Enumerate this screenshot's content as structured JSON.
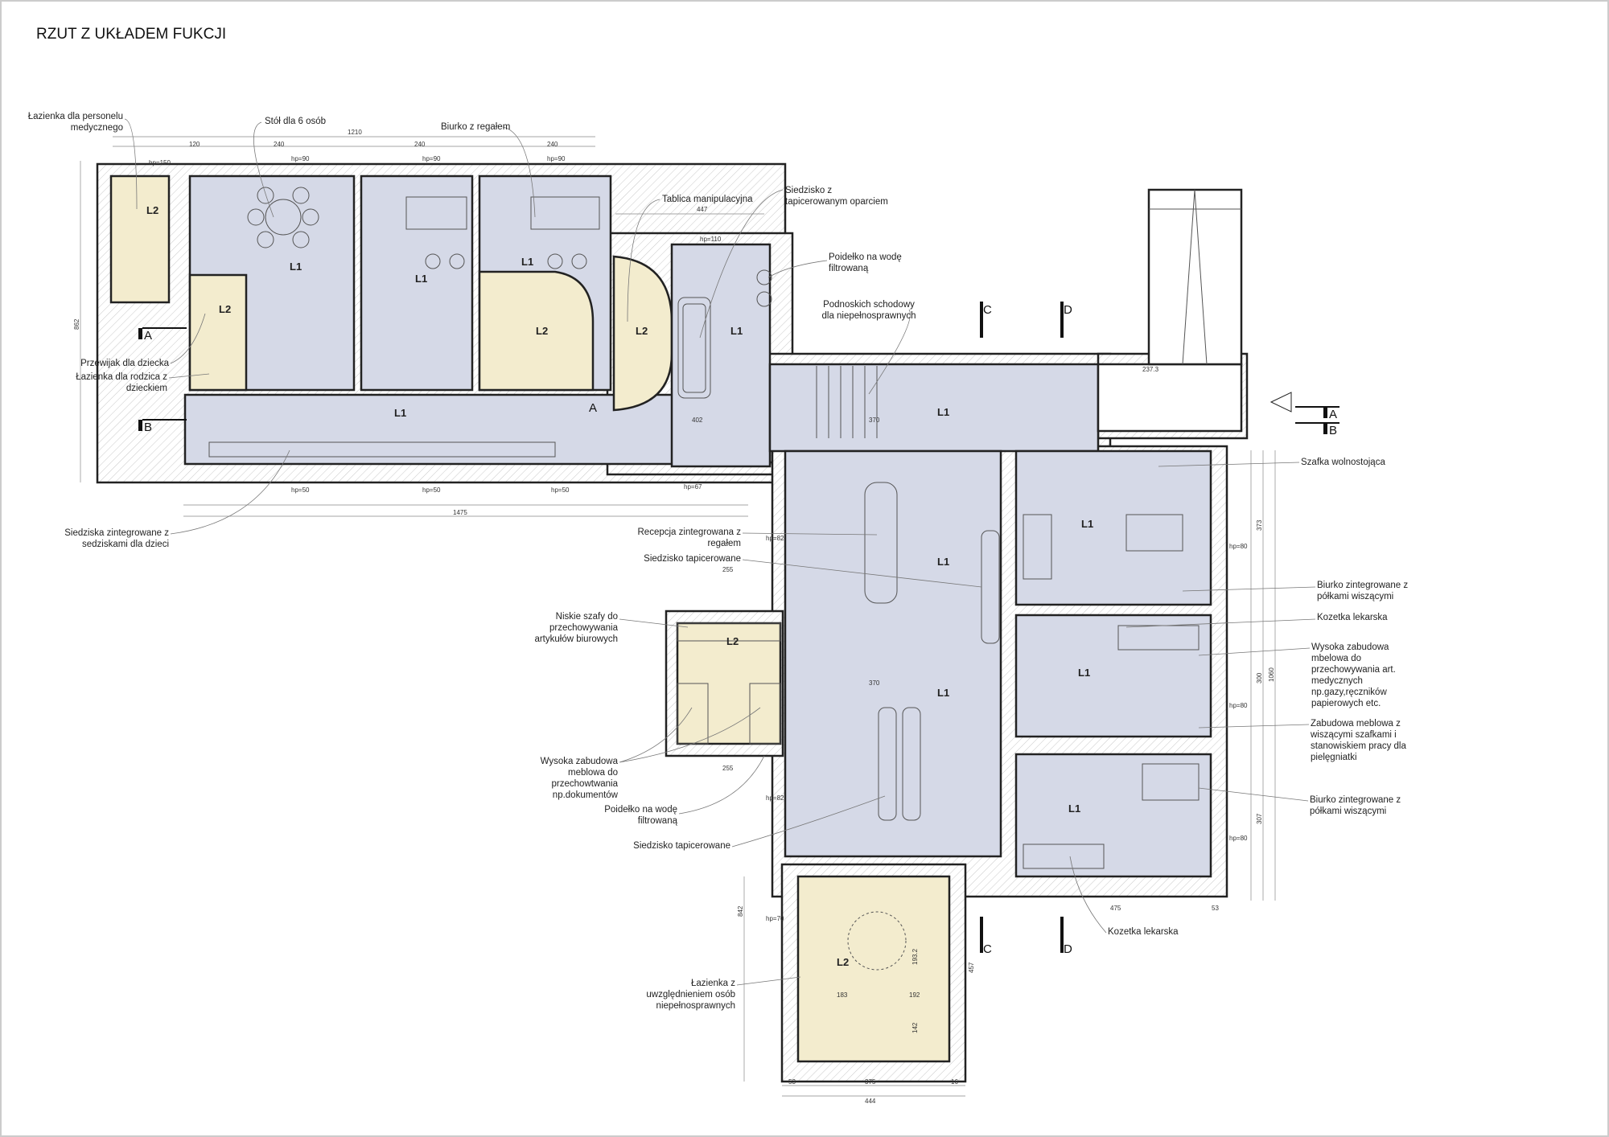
{
  "title": "RZUT Z UKŁADEM FUKCJI",
  "colors": {
    "room_l1": "#d5d9e7",
    "room_l2": "#f3ecce",
    "wall": "#222222",
    "leader": "#777777"
  },
  "rooms": [
    {
      "label": "L2"
    },
    {
      "label": "L1"
    },
    {
      "label": "L2"
    },
    {
      "label": "L1"
    },
    {
      "label": "L1"
    },
    {
      "label": "L2"
    },
    {
      "label": "L1"
    },
    {
      "label": "L2"
    },
    {
      "label": "L1"
    },
    {
      "label": "L1"
    },
    {
      "label": "L1"
    },
    {
      "label": "L1"
    },
    {
      "label": "L1"
    },
    {
      "label": "L1"
    },
    {
      "label": "L1"
    },
    {
      "label": "L2"
    },
    {
      "label": "L2"
    }
  ],
  "annotations": [
    {
      "lines": [
        "Łazienka dla personelu",
        "medycznego"
      ]
    },
    {
      "lines": [
        "Stół dla 6 osób"
      ]
    },
    {
      "lines": [
        "Biurko z regałem"
      ]
    },
    {
      "lines": [
        "Tablica manipulacyjna"
      ]
    },
    {
      "lines": [
        "Siedzisko z",
        "tapicerowanym oparciem"
      ]
    },
    {
      "lines": [
        "Poidełko na wodę",
        "filtrowaną"
      ]
    },
    {
      "lines": [
        "Podnoskich schodowy",
        "dla niepełnosprawnych"
      ]
    },
    {
      "lines": [
        "Przewijak dla dziecka"
      ]
    },
    {
      "lines": [
        "Łazienka dla rodzica z",
        "dzieckiem"
      ]
    },
    {
      "lines": [
        "Siedziska zintegrowane z",
        "sedziskami dla dzieci"
      ]
    },
    {
      "lines": [
        "Recepcja zintegrowana z",
        "regałem"
      ]
    },
    {
      "lines": [
        "Siedzisko tapicerowane"
      ]
    },
    {
      "lines": [
        "Niskie szafy do",
        "przechowywania",
        "artykułów biurowych"
      ]
    },
    {
      "lines": [
        "Wysoka zabudowa",
        "meblowa do",
        "przechowtwania",
        "np.dokumentów"
      ]
    },
    {
      "lines": [
        "Poidełko na wodę",
        "filtrowaną"
      ]
    },
    {
      "lines": [
        "Siedzisko tapicerowane"
      ]
    },
    {
      "lines": [
        "Łazienka z",
        "uwzględnieniem osób",
        "niepełnosprawnych"
      ]
    },
    {
      "lines": [
        "Kozetka lekarska"
      ]
    },
    {
      "lines": [
        "Szafka wolnostojąca"
      ]
    },
    {
      "lines": [
        "Biurko zintegrowane z",
        "półkami wiszącymi"
      ]
    },
    {
      "lines": [
        "Kozetka lekarska"
      ]
    },
    {
      "lines": [
        "Wysoka zabudowa",
        "mbelowa do",
        "przechowywania art.",
        "medycznych",
        "np.gazy,ręczników",
        "papierowych etc."
      ]
    },
    {
      "lines": [
        "Zabudowa meblowa z",
        "wiszącymi szafkami i",
        "stanowiskiem pracy dla",
        "pielęgniatki"
      ]
    },
    {
      "lines": [
        "Biurko zintegrowane z",
        "półkami wiszącymi"
      ]
    }
  ],
  "section_markers": [
    "A",
    "A",
    "B",
    "B",
    "C",
    "C",
    "D",
    "D"
  ],
  "corridor_marker": "A",
  "dimensions": [
    "1210",
    "1475",
    "447",
    "444",
    "375",
    "53",
    "16",
    "1060",
    "255",
    "255",
    "373",
    "300",
    "307",
    "475",
    "53",
    "hp=150",
    "hp=90",
    "hp=90",
    "hp=90",
    "hp=110",
    "hp=50",
    "hp=50",
    "hp=50",
    "hp=67",
    "hp=82",
    "hp=82",
    "hp=80",
    "hp=80",
    "hp=80",
    "hp=70",
    "240",
    "240",
    "240",
    "120",
    "402",
    "370",
    "370",
    "237.3",
    "183",
    "192",
    "142",
    "193.2",
    "862",
    "842",
    "457"
  ]
}
